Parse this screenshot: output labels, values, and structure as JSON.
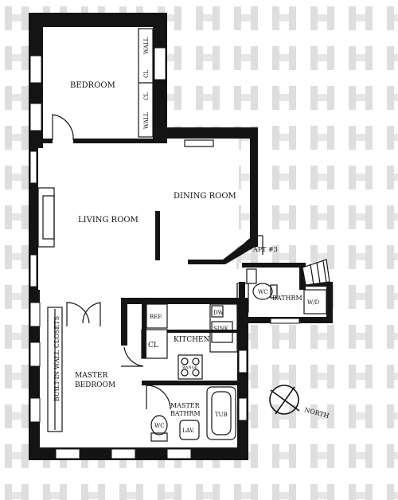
{
  "floorplan": {
    "apartment": "APT #3",
    "rooms": {
      "bedroom": "BEDROOM",
      "living_room": "LIVING ROOM",
      "dining_room": "DINING ROOM",
      "kitchen": "KITCHEN",
      "master_bedroom_1": "MASTER",
      "master_bedroom_2": "BEDROOM",
      "master_bathroom_1": "MASTER",
      "master_bathroom_2": "BATHRM",
      "bathroom": "BATHRM"
    },
    "fixtures": {
      "wall_cl_top": [
        "WALL",
        "CL"
      ],
      "wall_cl_bottom": [
        "WALL",
        "CL"
      ],
      "ref": "REF.",
      "dw": "DW",
      "sink": "SINK",
      "range": "RANGE",
      "cl": "CL",
      "wc_master": "WC",
      "lav": "LAV.",
      "tub": "TUB",
      "wc_bath": "WC",
      "wd": "W/D",
      "built_in_closets": "BUILT-IN WALL CLOSETS"
    },
    "compass": "NORTH",
    "watermark_color": "#d9d9d9",
    "wall_color": "#141414"
  }
}
